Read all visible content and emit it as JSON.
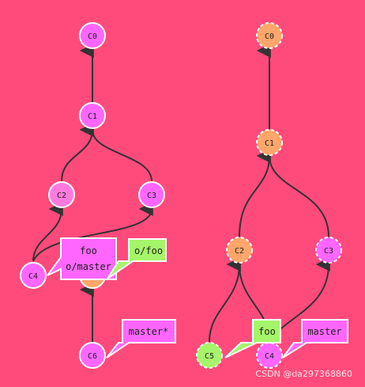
{
  "colors": {
    "background": "#ff4b7b",
    "commit_local": "#ff66ff",
    "commit_local_light": "#ff7adf",
    "commit_remote": "#ffa66a",
    "commit_new": "#a5f56a",
    "branch_local": "#ff66ff",
    "branch_remote": "#a5f56a",
    "edge": "#333333"
  },
  "local_repo": {
    "commits": [
      {
        "id": "c0",
        "label": "C0"
      },
      {
        "id": "c1",
        "label": "C1"
      },
      {
        "id": "c2",
        "label": "C2"
      },
      {
        "id": "c3",
        "label": "C3"
      },
      {
        "id": "c4",
        "label": "C4"
      },
      {
        "id": "c6",
        "label": "C6"
      }
    ],
    "branches": [
      {
        "id": "foo",
        "label": "foo"
      },
      {
        "id": "o-master",
        "label": "o/master"
      },
      {
        "id": "o-foo",
        "label": "o/foo"
      },
      {
        "id": "master",
        "label": "master*"
      }
    ]
  },
  "remote_repo": {
    "commits": [
      {
        "id": "c0",
        "label": "C0"
      },
      {
        "id": "c1",
        "label": "C1"
      },
      {
        "id": "c2",
        "label": "C2"
      },
      {
        "id": "c3",
        "label": "C3"
      },
      {
        "id": "c5",
        "label": "C5"
      },
      {
        "id": "c4",
        "label": "C4"
      }
    ],
    "branches": [
      {
        "id": "foo",
        "label": "foo"
      },
      {
        "id": "master",
        "label": "master"
      }
    ]
  },
  "watermark": "CSDN @da297368860"
}
